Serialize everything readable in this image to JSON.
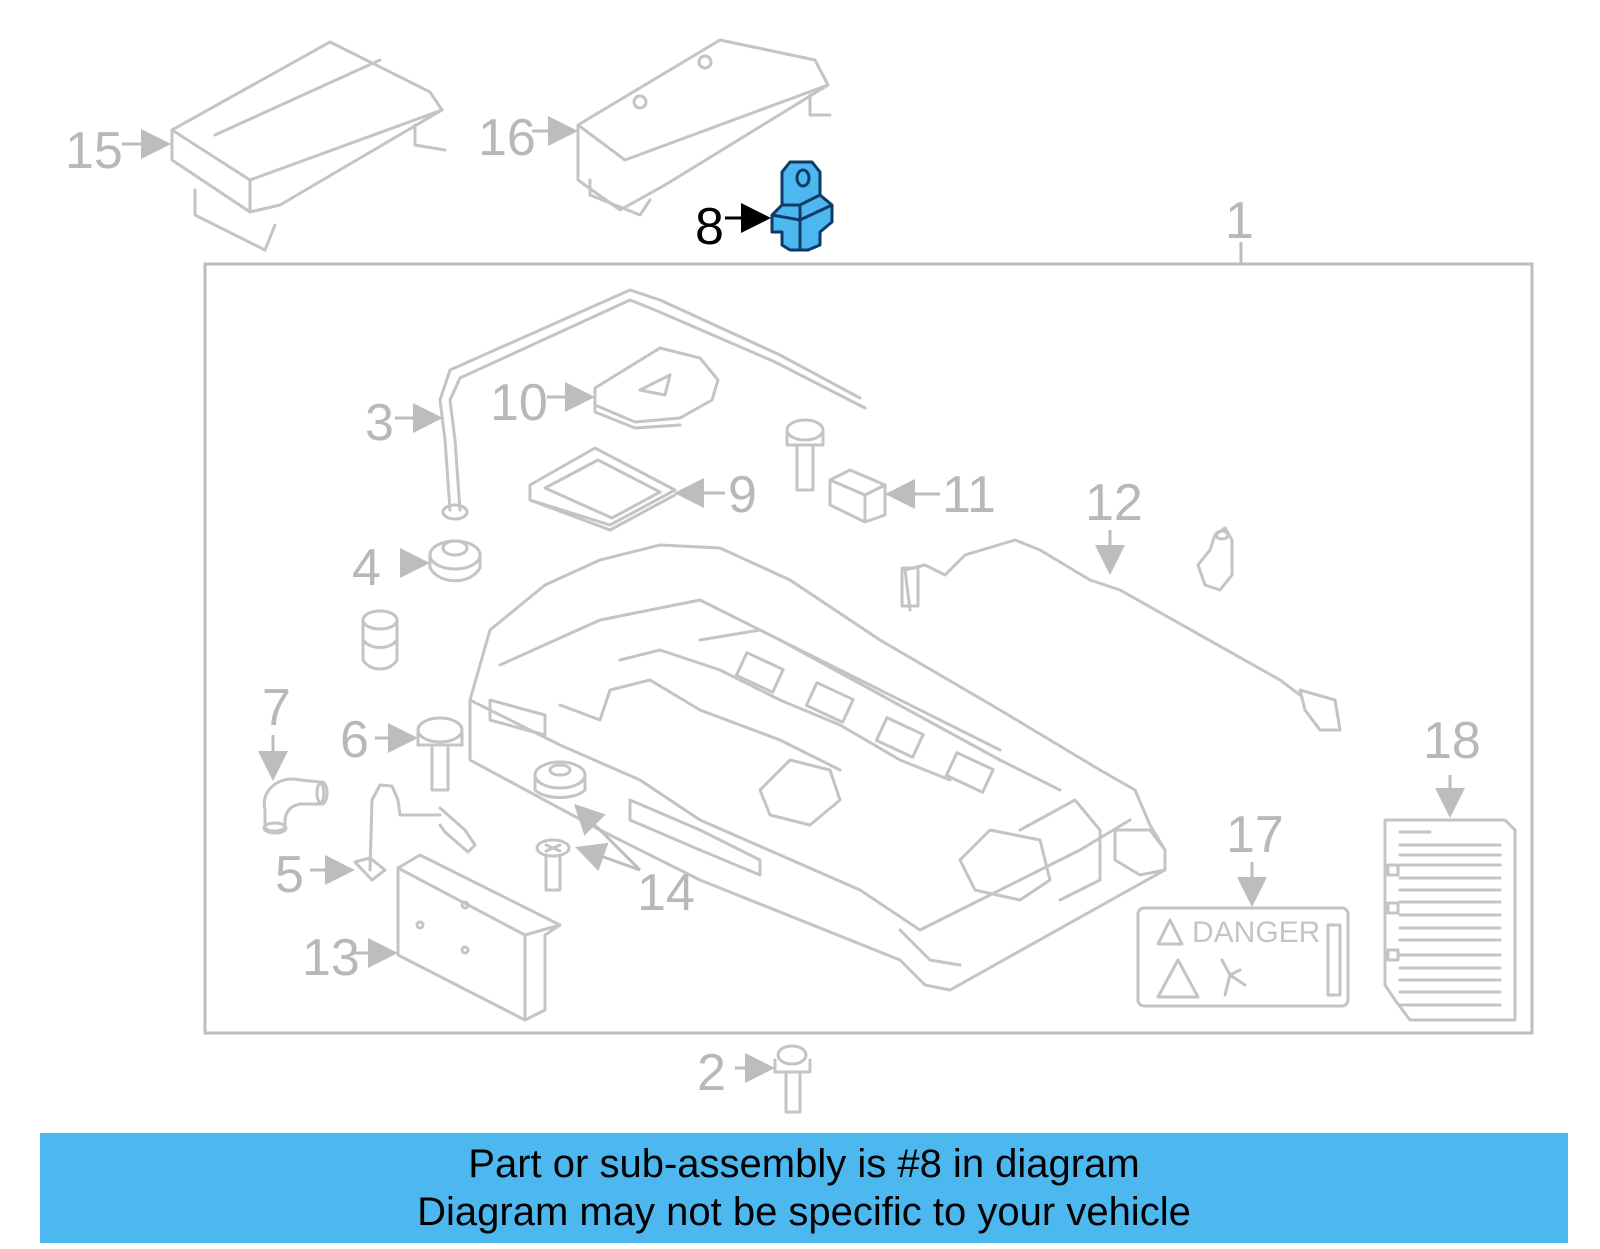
{
  "diagram": {
    "callouts": [
      {
        "id": "1",
        "label": "1"
      },
      {
        "id": "2",
        "label": "2"
      },
      {
        "id": "3",
        "label": "3"
      },
      {
        "id": "4",
        "label": "4"
      },
      {
        "id": "5",
        "label": "5"
      },
      {
        "id": "6",
        "label": "6"
      },
      {
        "id": "7",
        "label": "7"
      },
      {
        "id": "8",
        "label": "8",
        "highlighted": true
      },
      {
        "id": "9",
        "label": "9"
      },
      {
        "id": "10",
        "label": "10"
      },
      {
        "id": "11",
        "label": "11"
      },
      {
        "id": "12",
        "label": "12"
      },
      {
        "id": "13",
        "label": "13"
      },
      {
        "id": "14",
        "label": "14"
      },
      {
        "id": "15",
        "label": "15"
      },
      {
        "id": "16",
        "label": "16"
      },
      {
        "id": "17",
        "label": "17"
      },
      {
        "id": "18",
        "label": "18"
      }
    ],
    "danger_label": "DANGER",
    "highlight_color": "#4db8f0",
    "part_line_color": "#c4c4c4"
  },
  "banner": {
    "line1": "Part or sub-assembly is #8 in diagram",
    "line2": "Diagram may not be specific to your vehicle",
    "background": "#4db8f0"
  }
}
